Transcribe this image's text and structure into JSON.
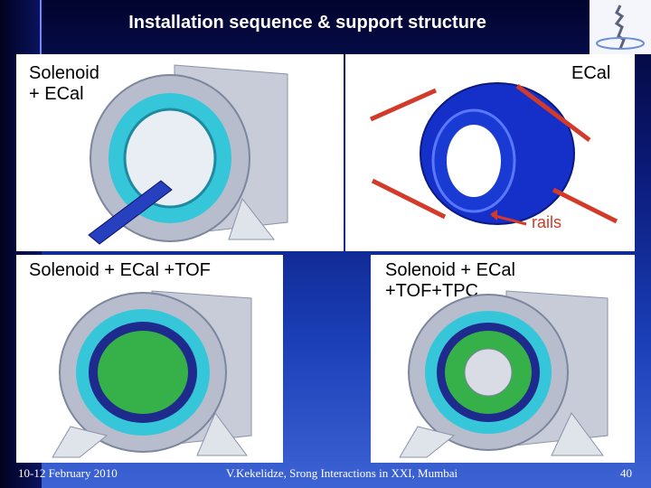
{
  "header": {
    "title": "Installation sequence & support structure"
  },
  "panels": {
    "top_left": "Solenoid\n+ ECal",
    "top_right": "ECal",
    "rails": "rails",
    "bottom_left": "Solenoid + ECal +TOF",
    "bottom_right": "Solenoid + ECal\n+TOF+TPC"
  },
  "footer": {
    "date": "10-12 February 2010",
    "credit": "V.Kekelidze, Srong Interactions in XXI, Mumbai",
    "page": "40"
  },
  "colors": {
    "detector_grey": "#aab2c4",
    "ecal_cyan": "#2fc4d8",
    "ecal_blue": "#1434c8",
    "tof_green": "#2fb040",
    "rails_red": "#d23a2a"
  }
}
